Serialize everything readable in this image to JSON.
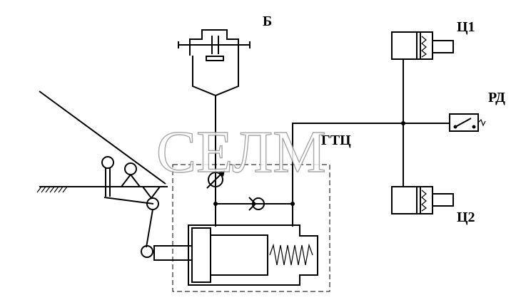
{
  "labels": {
    "tank": "Б",
    "master_cylinder": "ГТЦ",
    "cylinder_1": "Ц1",
    "cylinder_2": "Ц2",
    "pressure_switch": "РД"
  },
  "watermark": "СЕЛМ",
  "colors": {
    "line": "#000000",
    "watermark_stroke": "#9a9a9a",
    "background": "#ffffff"
  }
}
